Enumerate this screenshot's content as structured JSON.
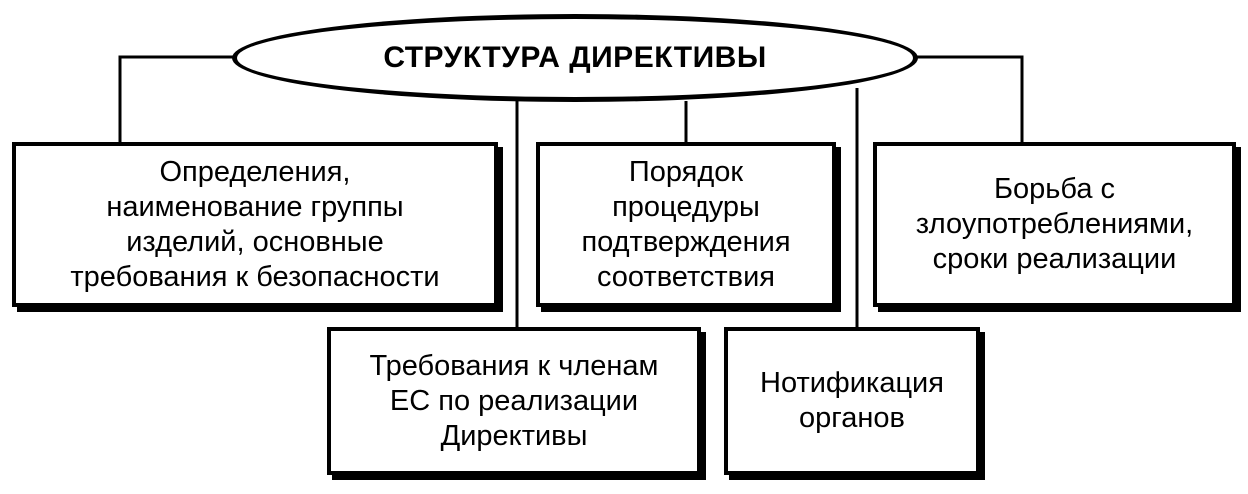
{
  "title": "СТРУКТУРА ДИРЕКТИВЫ",
  "boxes": {
    "definitions": "Определения,\nнаименование группы\nизделий, основные\nтребования к безопасности",
    "procedure": "Порядок\nпроцедуры\nподтверждения\nсоответствия",
    "abuse": "Борьба с\nзлоупотреблениями,\nсроки реализации",
    "members": "Требования к членам\nЕС по реализации\nДирективы",
    "notification": "Нотификация\nорганов"
  }
}
